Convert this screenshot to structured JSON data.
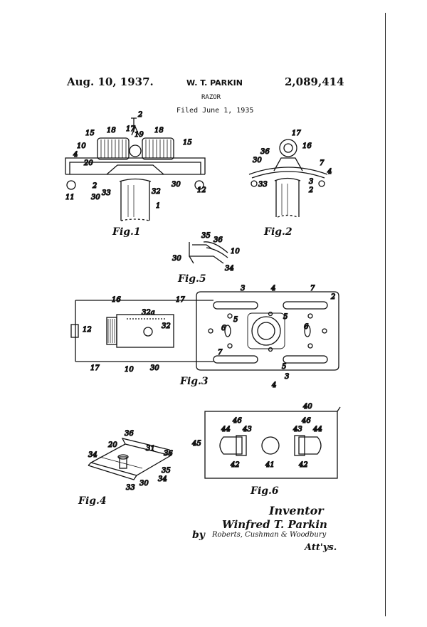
{
  "header": {
    "date": "Aug. 10, 1937.",
    "inventor": "W. T. PARKIN",
    "patent_number": "2,089,414",
    "title": "RAZOR",
    "filed": "Filed June 1, 1935"
  },
  "figures": {
    "fig1": "Fig.1",
    "fig2": "Fig.2",
    "fig3": "Fig.3",
    "fig4": "Fig.4",
    "fig5": "Fig.5",
    "fig6": "Fig.6"
  },
  "signature": {
    "label": "Inventor",
    "name": "Winfred T. Parkin",
    "by": "by",
    "attorney": "Roberts, Cushman & Woodbury",
    "attys": "Att'ys."
  }
}
